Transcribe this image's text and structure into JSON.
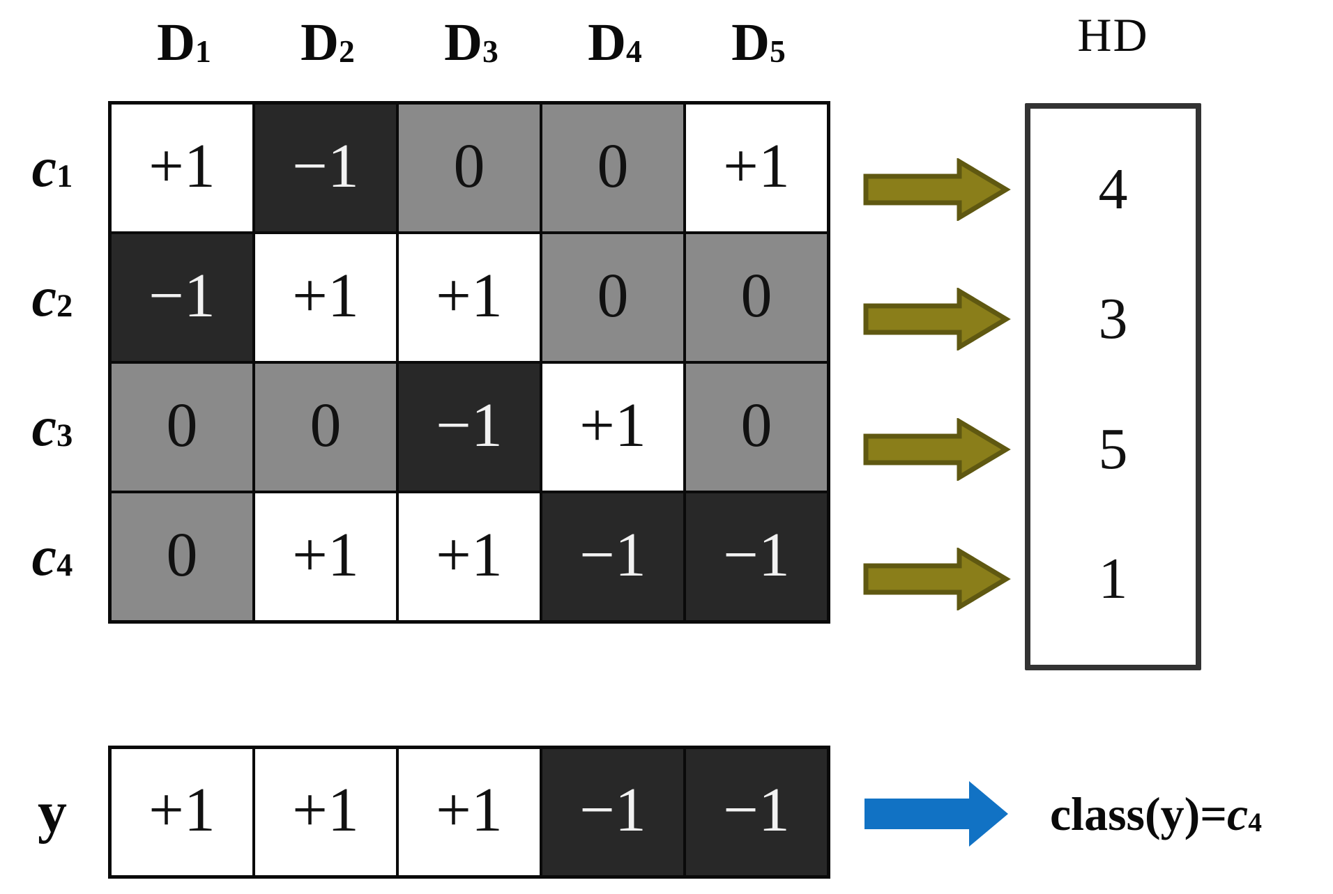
{
  "figure": {
    "description": "ECOC ternary coding matrix with Hamming distance decoding",
    "hd_title": "HD"
  },
  "colors": {
    "cell_dark": "#282828",
    "cell_gray": "#8a8a8a",
    "hd_border": "#333333",
    "arrow_olive_fill": "#8a7e1a",
    "arrow_olive_border": "#5f5811",
    "arrow_blue": "#1172c4"
  },
  "matrix": {
    "columns": [
      {
        "base": "D",
        "sub": "1"
      },
      {
        "base": "D",
        "sub": "2"
      },
      {
        "base": "D",
        "sub": "3"
      },
      {
        "base": "D",
        "sub": "4"
      },
      {
        "base": "D",
        "sub": "5"
      }
    ],
    "rows": [
      {
        "label": {
          "base": "c",
          "sub": "1"
        },
        "cells": [
          {
            "v": "+1",
            "tone": "white"
          },
          {
            "v": "−1",
            "tone": "dark"
          },
          {
            "v": "0",
            "tone": "gray"
          },
          {
            "v": "0",
            "tone": "gray"
          },
          {
            "v": "+1",
            "tone": "white"
          }
        ],
        "hd": "4"
      },
      {
        "label": {
          "base": "c",
          "sub": "2"
        },
        "cells": [
          {
            "v": "−1",
            "tone": "dark"
          },
          {
            "v": "+1",
            "tone": "white"
          },
          {
            "v": "+1",
            "tone": "white"
          },
          {
            "v": "0",
            "tone": "gray"
          },
          {
            "v": "0",
            "tone": "gray"
          }
        ],
        "hd": "3"
      },
      {
        "label": {
          "base": "c",
          "sub": "3"
        },
        "cells": [
          {
            "v": "0",
            "tone": "gray"
          },
          {
            "v": "0",
            "tone": "gray"
          },
          {
            "v": "−1",
            "tone": "dark"
          },
          {
            "v": "+1",
            "tone": "white"
          },
          {
            "v": "0",
            "tone": "gray"
          }
        ],
        "hd": "5"
      },
      {
        "label": {
          "base": "c",
          "sub": "4"
        },
        "cells": [
          {
            "v": "0",
            "tone": "gray"
          },
          {
            "v": "+1",
            "tone": "white"
          },
          {
            "v": "+1",
            "tone": "white"
          },
          {
            "v": "−1",
            "tone": "dark"
          },
          {
            "v": "−1",
            "tone": "dark"
          }
        ],
        "hd": "1"
      }
    ]
  },
  "hd_column": {
    "title": "HD",
    "values": [
      "4",
      "3",
      "5",
      "1"
    ]
  },
  "test_vector": {
    "label": "y",
    "cells": [
      {
        "v": "+1",
        "tone": "white"
      },
      {
        "v": "+1",
        "tone": "white"
      },
      {
        "v": "+1",
        "tone": "white"
      },
      {
        "v": "−1",
        "tone": "dark"
      },
      {
        "v": "−1",
        "tone": "dark"
      }
    ]
  },
  "result": {
    "text": "class(y)=",
    "class_base": "c",
    "class_sub": "4"
  }
}
